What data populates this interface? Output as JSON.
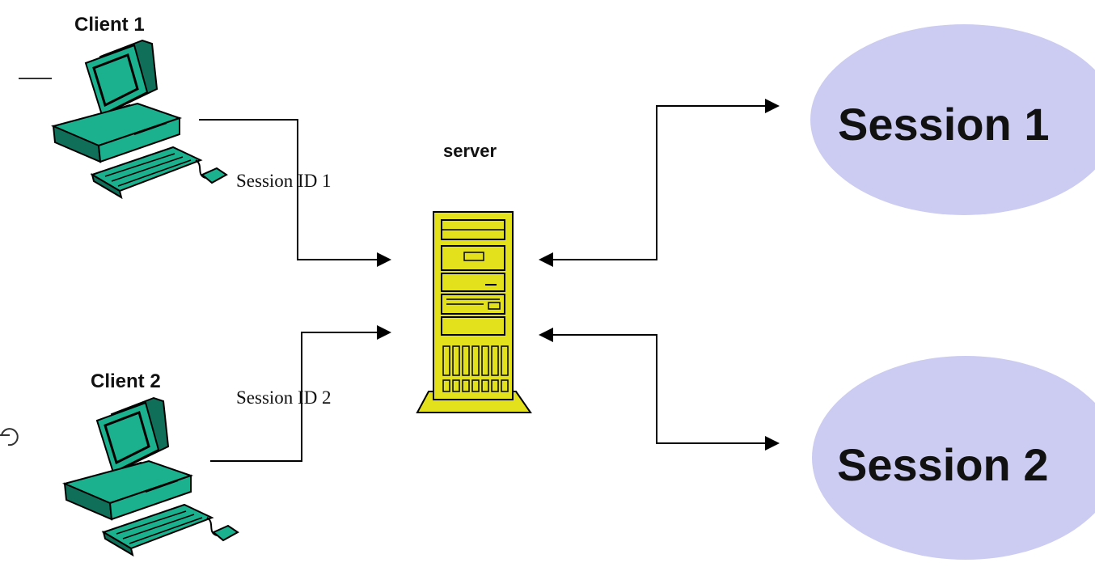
{
  "clients": [
    {
      "label": "Client 1"
    },
    {
      "label": "Client 2"
    }
  ],
  "server": {
    "label": "server"
  },
  "session_ids": [
    {
      "label": "Session ID 1"
    },
    {
      "label": "Session ID 2"
    }
  ],
  "sessions": [
    {
      "label": "Session 1"
    },
    {
      "label": "Session 2"
    }
  ],
  "colors": {
    "computer": "#1bb18e",
    "computer_dark": "#0f6f59",
    "server": "#e3e01c",
    "server_dark": "#8a8a10",
    "session_bubble": "#ccccf2",
    "line": "#000000"
  },
  "icons": {
    "client": "desktop-computer-icon",
    "server": "server-tower-icon"
  }
}
